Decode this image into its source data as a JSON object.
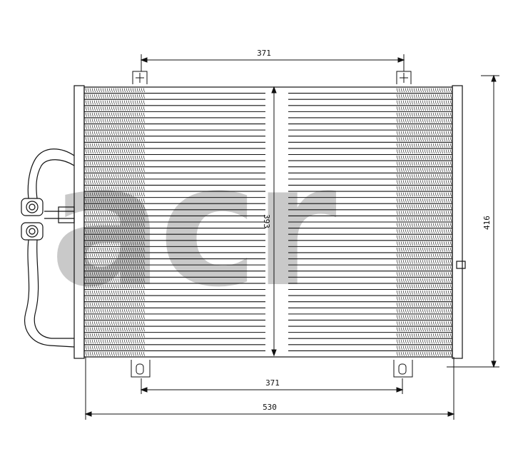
{
  "drawing": {
    "dimensions": {
      "top_width": "371",
      "bottom_width": "371",
      "core_height": "393",
      "overall_width": "530",
      "overall_height": "416"
    },
    "watermark": "acr"
  },
  "colors": {
    "line": "#111111",
    "watermark": "#c9c9c9"
  }
}
